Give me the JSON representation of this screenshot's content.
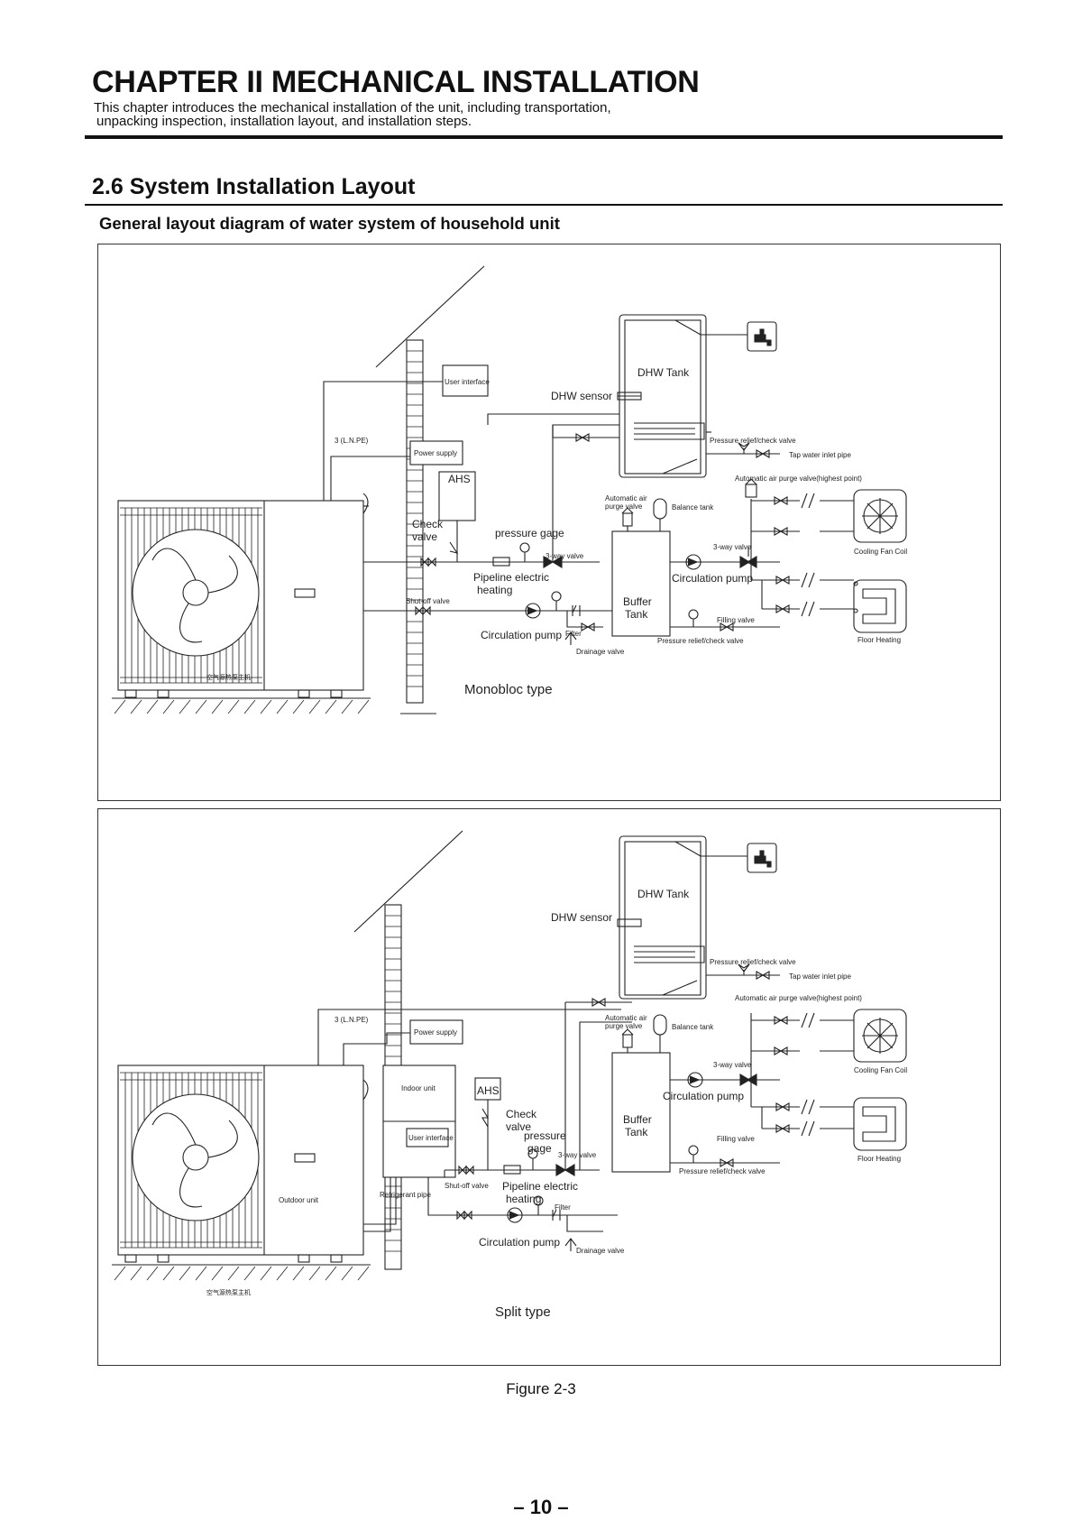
{
  "header": {
    "chapter_title": "CHAPTER II MECHANICAL INSTALLATION",
    "intro_line1": "This chapter introduces the mechanical installation of the unit, including transportation,",
    "intro_line2": "unpacking inspection, installation layout, and installation steps."
  },
  "section": {
    "title": "2.6 System Installation Layout",
    "subtitle": "General layout diagram of water system of household unit"
  },
  "diagram_monobloc": {
    "caption": "Monobloc type",
    "unit_label_cn": "空气源热泵主机",
    "labels": {
      "user_interface": "User interface",
      "power_supply": "Power supply",
      "wiring": "3 (L.N.PE)",
      "ahs": "AHS",
      "check_valve_1": "Check",
      "check_valve_2": "valve",
      "pressure_gage": "pressure gage",
      "three_way_valve_left": "3-way valve",
      "pipeline_heating_1": "Pipeline electric",
      "pipeline_heating_2": "heating",
      "shutoff_valve": "Shut-off valve",
      "circulation_pump_bottom": "Circulation pump",
      "filter": "Filter",
      "drainage_valve": "Drainage valve",
      "dhw_tank": "DHW Tank",
      "dhw_sensor": "DHW  sensor",
      "pressure_relief_top": "Pressure relief/check valve",
      "tap_water_inlet": "Tap water inlet pipe",
      "auto_air_purge_highest": "Automatic air purge valve(highest point)",
      "auto_air_purge_1": "Automatic air",
      "auto_air_purge_2": "purge valve",
      "balance_tank": "Balance tank",
      "buffer_tank_1": "Buffer",
      "buffer_tank_2": "Tank",
      "three_way_valve_right": "3-way valve",
      "circulation_pump_right": "Circulation pump",
      "filling_valve": "Filling valve",
      "pressure_relief_bottom": "Pressure relief/check valve",
      "cooling_fan_coil": "Cooling Fan Coil",
      "floor_heating": "Floor Heating"
    }
  },
  "diagram_split": {
    "caption": "Split  type",
    "unit_label_cn": "空气源热泵主机",
    "labels": {
      "wiring": "3 (L.N.PE)",
      "power_supply": "Power supply",
      "indoor_unit": "Indoor unit",
      "user_interface": "User interface",
      "outdoor_unit": "Outdoor unit",
      "refrigerant_pipe": "Refrigerant pipe",
      "ahs": "AHS",
      "check_valve_1": "Check",
      "check_valve_2": "valve",
      "pressure_gage_1": "pressure",
      "pressure_gage_2": "gage",
      "three_way_valve_left": "3-way valve",
      "shutoff_valve": "Shut-off valve",
      "pipeline_heating_1": "Pipeline electric",
      "pipeline_heating_2": "heating",
      "filter": "Filter",
      "circulation_pump_bottom": "Circulation pump",
      "drainage_valve": "Drainage valve",
      "dhw_tank": "DHW Tank",
      "dhw_sensor": "DHW  sensor",
      "pressure_relief_top": "Pressure relief/check valve",
      "tap_water_inlet": "Tap water inlet pipe",
      "auto_air_purge_highest": "Automatic air purge valve(highest point)",
      "auto_air_purge_1": "Automatic air",
      "auto_air_purge_2": "purge valve",
      "balance_tank": "Balance tank",
      "buffer_tank_1": "Buffer",
      "buffer_tank_2": "Tank",
      "three_way_valve_right": "3-way valve",
      "circulation_pump_right": "Circulation pump",
      "filling_valve": "Filling valve",
      "pressure_relief_bottom": "Pressure relief/check valve",
      "cooling_fan_coil": "Cooling Fan Coil",
      "floor_heating": "Floor Heating"
    }
  },
  "figure_caption": "Figure 2-3",
  "page_number": "– 10 –"
}
